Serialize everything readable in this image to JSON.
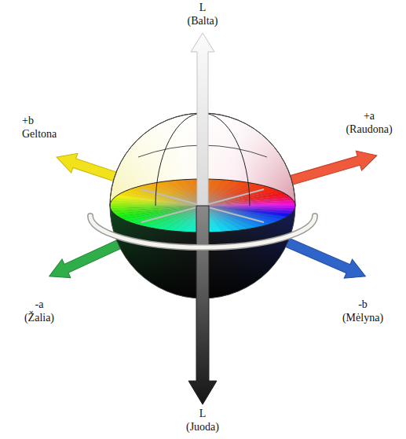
{
  "diagram": {
    "labels": [
      "L (Balta)",
      "+b Geltona",
      "+a (Raudona)",
      "-a (Žalia)",
      "-b (Mėlyna)",
      "L (Juoda)"
    ]
  }
}
